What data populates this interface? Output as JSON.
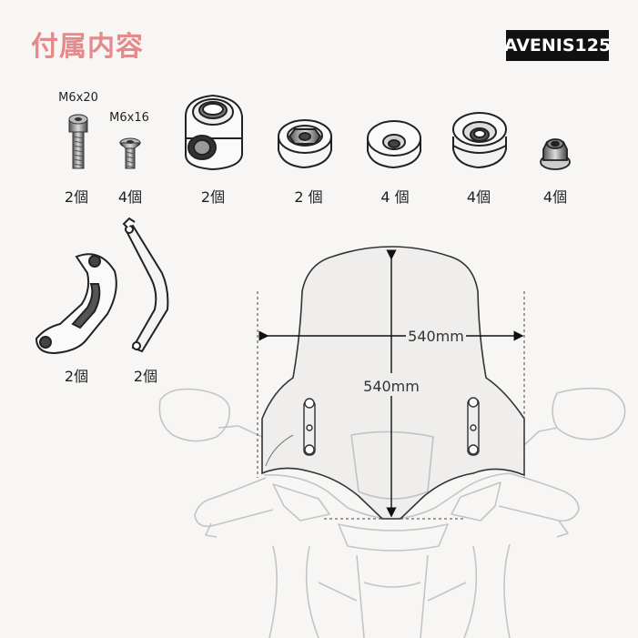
{
  "header": {
    "title": "付属内容",
    "model": "AVENIS125"
  },
  "parts": [
    {
      "spec": "M6x20",
      "qty": "2個"
    },
    {
      "spec": "M6x16",
      "qty": "4個"
    },
    {
      "spec": "",
      "qty": "2個"
    },
    {
      "spec": "",
      "qty": "2 個"
    },
    {
      "spec": "",
      "qty": "4 個"
    },
    {
      "spec": "",
      "qty": "4個"
    },
    {
      "spec": "",
      "qty": "4個"
    },
    {
      "spec": "",
      "qty": "2個"
    },
    {
      "spec": "",
      "qty": "2個"
    }
  ],
  "dimensions": {
    "width_label": "540mm",
    "height_label": "540mm"
  },
  "colors": {
    "title": "#e48a8a",
    "badge_bg": "#111111",
    "line": "#333333",
    "motorcycle_line": "#c8c8c8"
  }
}
